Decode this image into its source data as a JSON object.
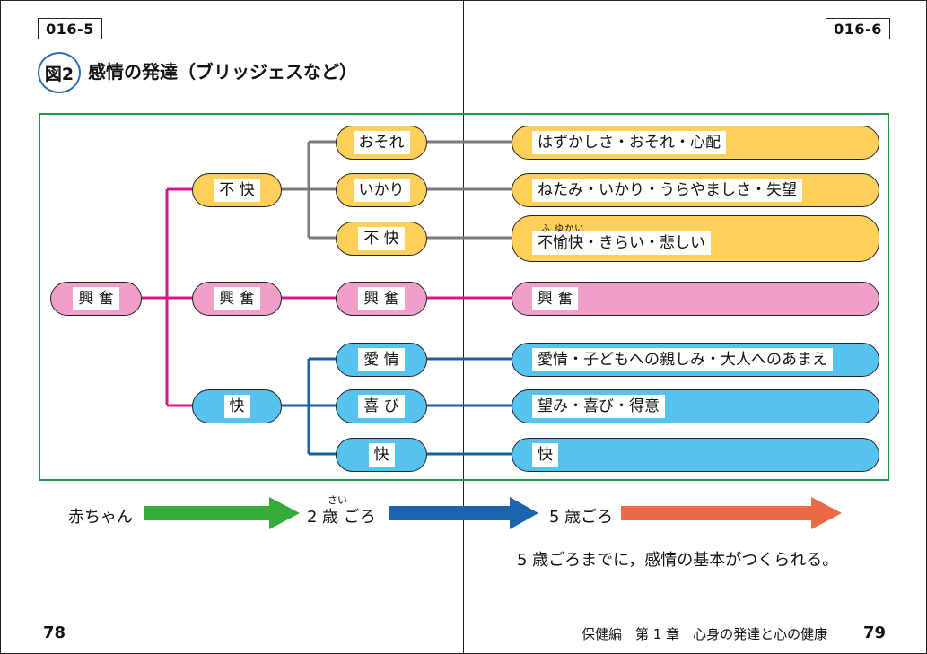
{
  "page_ids": {
    "left": "016-5",
    "right": "016-6"
  },
  "figure": {
    "number": "図2",
    "title": "感情の発達（ブリッジェスなど）"
  },
  "diagram": {
    "root": "興 奮",
    "level1": [
      "不 快",
      "興 奮",
      "快"
    ],
    "level2": [
      "おそれ",
      "いかり",
      "不 快",
      "興 奮",
      "愛 情",
      "喜 び",
      "快"
    ],
    "level3": [
      "はずかしさ・おそれ・心配",
      "ねたみ・いかり・うらやましさ・失望",
      "不愉快・きらい・悲しい",
      "興 奮",
      "愛情・子どもへの親しみ・大人へのあまえ",
      "望み・喜び・得意",
      "快"
    ],
    "ruby_fuyukai": "ふ ゆかい",
    "colors": {
      "unpleasant": "#fdd05a",
      "excitement": "#ef9fc8",
      "pleasant": "#55c2ef",
      "frame": "#1e9a4a",
      "gray_line": "#7a7a7a",
      "pink_line": "#d6178a",
      "blue_line": "#1560a8"
    }
  },
  "timeline": {
    "baby": "赤ちゃん",
    "age2": "2 歳 ごろ",
    "age2_ruby": "さい",
    "age5": "5 歳ごろ",
    "arrow_colors": [
      "#35ac3a",
      "#1b64b0",
      "#ec6a45"
    ]
  },
  "note": "5 歳ごろまでに，感情の基本がつくられる。",
  "footer": {
    "left_page": "78",
    "right_page": "79",
    "running_head": "保健編　第 1 章　心身の発達と心の健康"
  }
}
